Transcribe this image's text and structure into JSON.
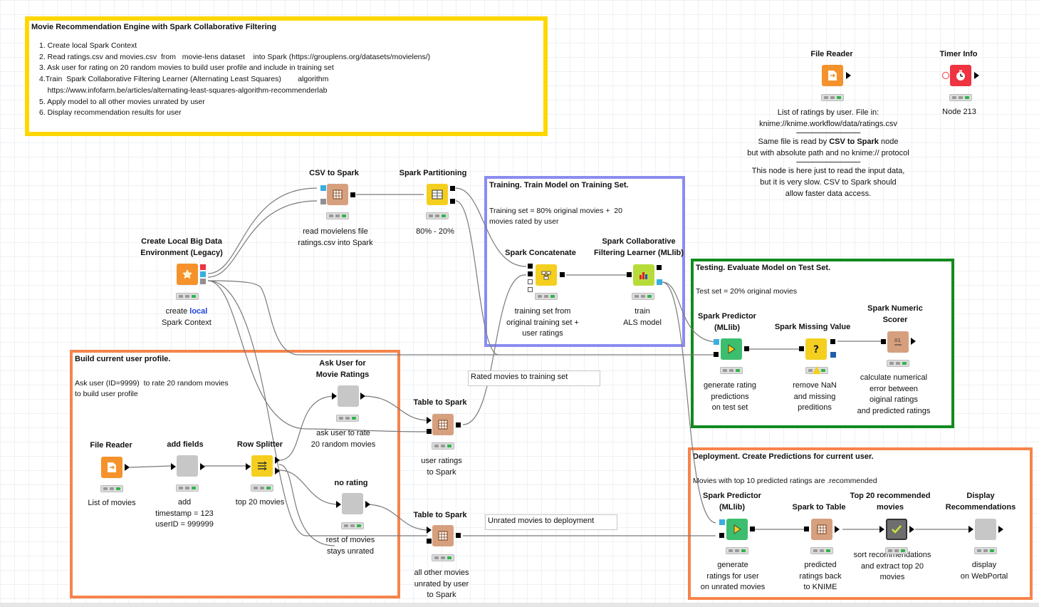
{
  "intro": {
    "title": "Movie Recommendation Engine with Spark Collaborative Filtering",
    "list": "1. Create local Spark Context\n2. Read ratings.csv and movies.csv  from   movie-lens dataset    into Spark (https://grouplens.org/datasets/movielens/)\n3. Ask user for rating on 20 random movies to build user profile and include in training set\n4.Train  Spark Collaborative Filtering Learner (Alternating Least Squares)        algorithm\n    https://www.infofarm.be/articles/alternating-least-squares-algorithm-recommenderlab\n5. Apply model to all other movies unrated by user\n6. Display recommendation results for user"
  },
  "annotations": {
    "training": {
      "title": "Training. Train Model on Training Set.",
      "body": "Training set = 80% original movies +  20\nmovies rated by user"
    },
    "testing": {
      "title": "Testing. Evaluate Model on Test Set.",
      "body": "Test set = 20% original movies"
    },
    "profile": {
      "title": "Build current user profile.",
      "body": "Ask user (ID=9999)  to rate 20 random movies\nto build user profile"
    },
    "deployment": {
      "title": "Deployment. Create Predictions for current user.",
      "body": "Movies with top 10 predicted ratings are .recommended"
    }
  },
  "link_labels": {
    "rated": "Rated movies to training set",
    "unrated": "Unrated movies to deployment"
  },
  "nodes": {
    "file_reader_top": {
      "title": "File Reader",
      "note_1": "List of ratings by user.  File in:",
      "note_2": "knime://knime.workflow/data/ratings.csv",
      "note_3a": "Same file is read by",
      "note_3b": "CSV to Spark",
      "note_3c": "node",
      "note_4": "but with absolute path and no knime:// protocol",
      "note_5": "This node is here just to read the input data,",
      "note_6": "but it is very slow. CSV to Spark should",
      "note_7": "allow faster data access."
    },
    "timer_info": {
      "title": "Timer Info",
      "label": "Node 213"
    },
    "create_local": {
      "title_1": "Create Local Big Data",
      "title_2": "Environment (Legacy)",
      "label_a": "create",
      "label_b": "local",
      "label_2": "Spark Context"
    },
    "csv_to_spark": {
      "title": "CSV to Spark",
      "label_1": "read movielens file",
      "label_2": "ratings.csv into Spark"
    },
    "spark_partitioning": {
      "title": "Spark Partitioning",
      "label": "80% - 20%"
    },
    "spark_concatenate": {
      "title": "Spark Concatenate",
      "label_1": "training set from",
      "label_2": "original training set +",
      "label_3": "user ratings"
    },
    "spark_cf_learner": {
      "title_1": "Spark Collaborative",
      "title_2": "Filtering Learner (MLlib)",
      "label_1": "train",
      "label_2": "ALS model"
    },
    "spark_predictor_test": {
      "title_1": "Spark Predictor",
      "title_2": "(MLlib)",
      "label_1": "generate rating",
      "label_2": "predictions",
      "label_3": "on test set"
    },
    "spark_missing_value": {
      "title": "Spark Missing Value",
      "label_1": "remove NaN",
      "label_2": "and missing",
      "label_3": "preditions"
    },
    "spark_numeric_scorer": {
      "title_1": "Spark Numeric",
      "title_2": "Scorer",
      "label_1": "calculate numerical",
      "label_2": "error between",
      "label_3": "oiginal ratings",
      "label_4": "and predicted ratings"
    },
    "ask_user": {
      "title_1": "Ask User for",
      "title_2": "Movie Ratings",
      "label_1": "ask user to rate",
      "label_2": "20 random movies"
    },
    "table_to_spark_1": {
      "title": "Table to Spark",
      "label_1": "user ratings",
      "label_2": "to Spark"
    },
    "file_reader_movies": {
      "title": "File Reader",
      "label": "List of movies"
    },
    "add_fields": {
      "title": "add fields",
      "label_1": "add",
      "label_2": "timestamp = 123",
      "label_3": "userID = 999999"
    },
    "row_splitter": {
      "title": "Row Splitter",
      "label": "top 20 movies"
    },
    "no_rating": {
      "title": "no rating",
      "label_1": "rest of movies",
      "label_2": "stays unrated"
    },
    "table_to_spark_2": {
      "title": "Table to Spark",
      "label_1": "all other movies",
      "label_2": "unrated by user",
      "label_3": "to Spark"
    },
    "spark_predictor_deploy": {
      "title_1": "Spark Predictor",
      "title_2": "(MLlib)",
      "label_1": "generate",
      "label_2": "ratings for user",
      "label_3": "on unrated movies"
    },
    "spark_to_table": {
      "title": "Spark to Table",
      "label_1": "predicted",
      "label_2": "ratings back",
      "label_3": "to KNIME"
    },
    "top20": {
      "title_1": "Top 20 recommended",
      "title_2": "movies",
      "label_1": "sort recommendations",
      "label_2": "and extract top 20",
      "label_3": "movies"
    },
    "display": {
      "title_1": "Display",
      "title_2": "Recommendations",
      "label_1": "display",
      "label_2": "on WebPortal"
    }
  },
  "colors": {
    "spark_tan": "#d6a07f",
    "spark_yellow": "#f5cf1f",
    "source_orange": "#f5922b",
    "predictor_green": "#3dbe6e",
    "metanode_grey": "#c7c7c7",
    "timer_red": "#ef3340",
    "learner_lime": "#b7dc3a"
  }
}
